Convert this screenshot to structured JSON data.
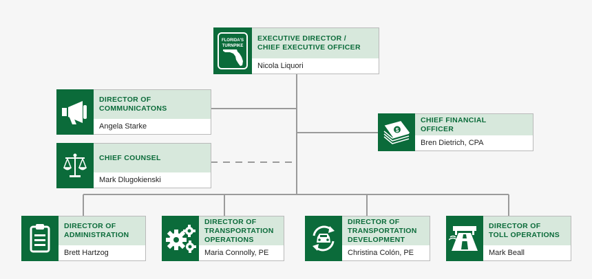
{
  "nodes": {
    "executive": {
      "title": "EXECUTIVE DIRECTOR /\nCHIEF EXECUTIVE OFFICER",
      "name": "Nicola Liquori",
      "logo_text": [
        "FLORIDA'S",
        "TURNPIKE"
      ]
    },
    "communications": {
      "title": "DIRECTOR OF\nCOMMUNICATONS",
      "name": "Angela Starke",
      "icon": "megaphone-icon"
    },
    "counsel": {
      "title": "CHIEF COUNSEL",
      "name": "Mark Dlugokienski",
      "icon": "scales-icon"
    },
    "cfo": {
      "title": "CHIEF FINANCIAL\nOFFICER",
      "name": "Bren Dietrich, CPA",
      "icon": "money-stack-icon"
    },
    "administration": {
      "title": "DIRECTOR OF\nADMINISTRATION",
      "name": "Brett Hartzog",
      "icon": "clipboard-icon"
    },
    "operations": {
      "title": "DIRECTOR OF\nTRANSPORTATION\nOPERATIONS",
      "name": "Maria Connolly, PE",
      "icon": "gears-icon"
    },
    "development": {
      "title": "DIRECTOR OF\nTRANSPORTATION\nDEVELOPMENT",
      "name": "Christina Colón, PE",
      "icon": "car-cycle-icon"
    },
    "toll": {
      "title": "DIRECTOR OF\nTOLL OPERATIONS",
      "name": "Mark Beall",
      "icon": "highway-icon"
    }
  },
  "colors": {
    "brand_green": "#0b6b3a",
    "title_band": "#d7e8dc",
    "connector": "#9a9a9a"
  }
}
